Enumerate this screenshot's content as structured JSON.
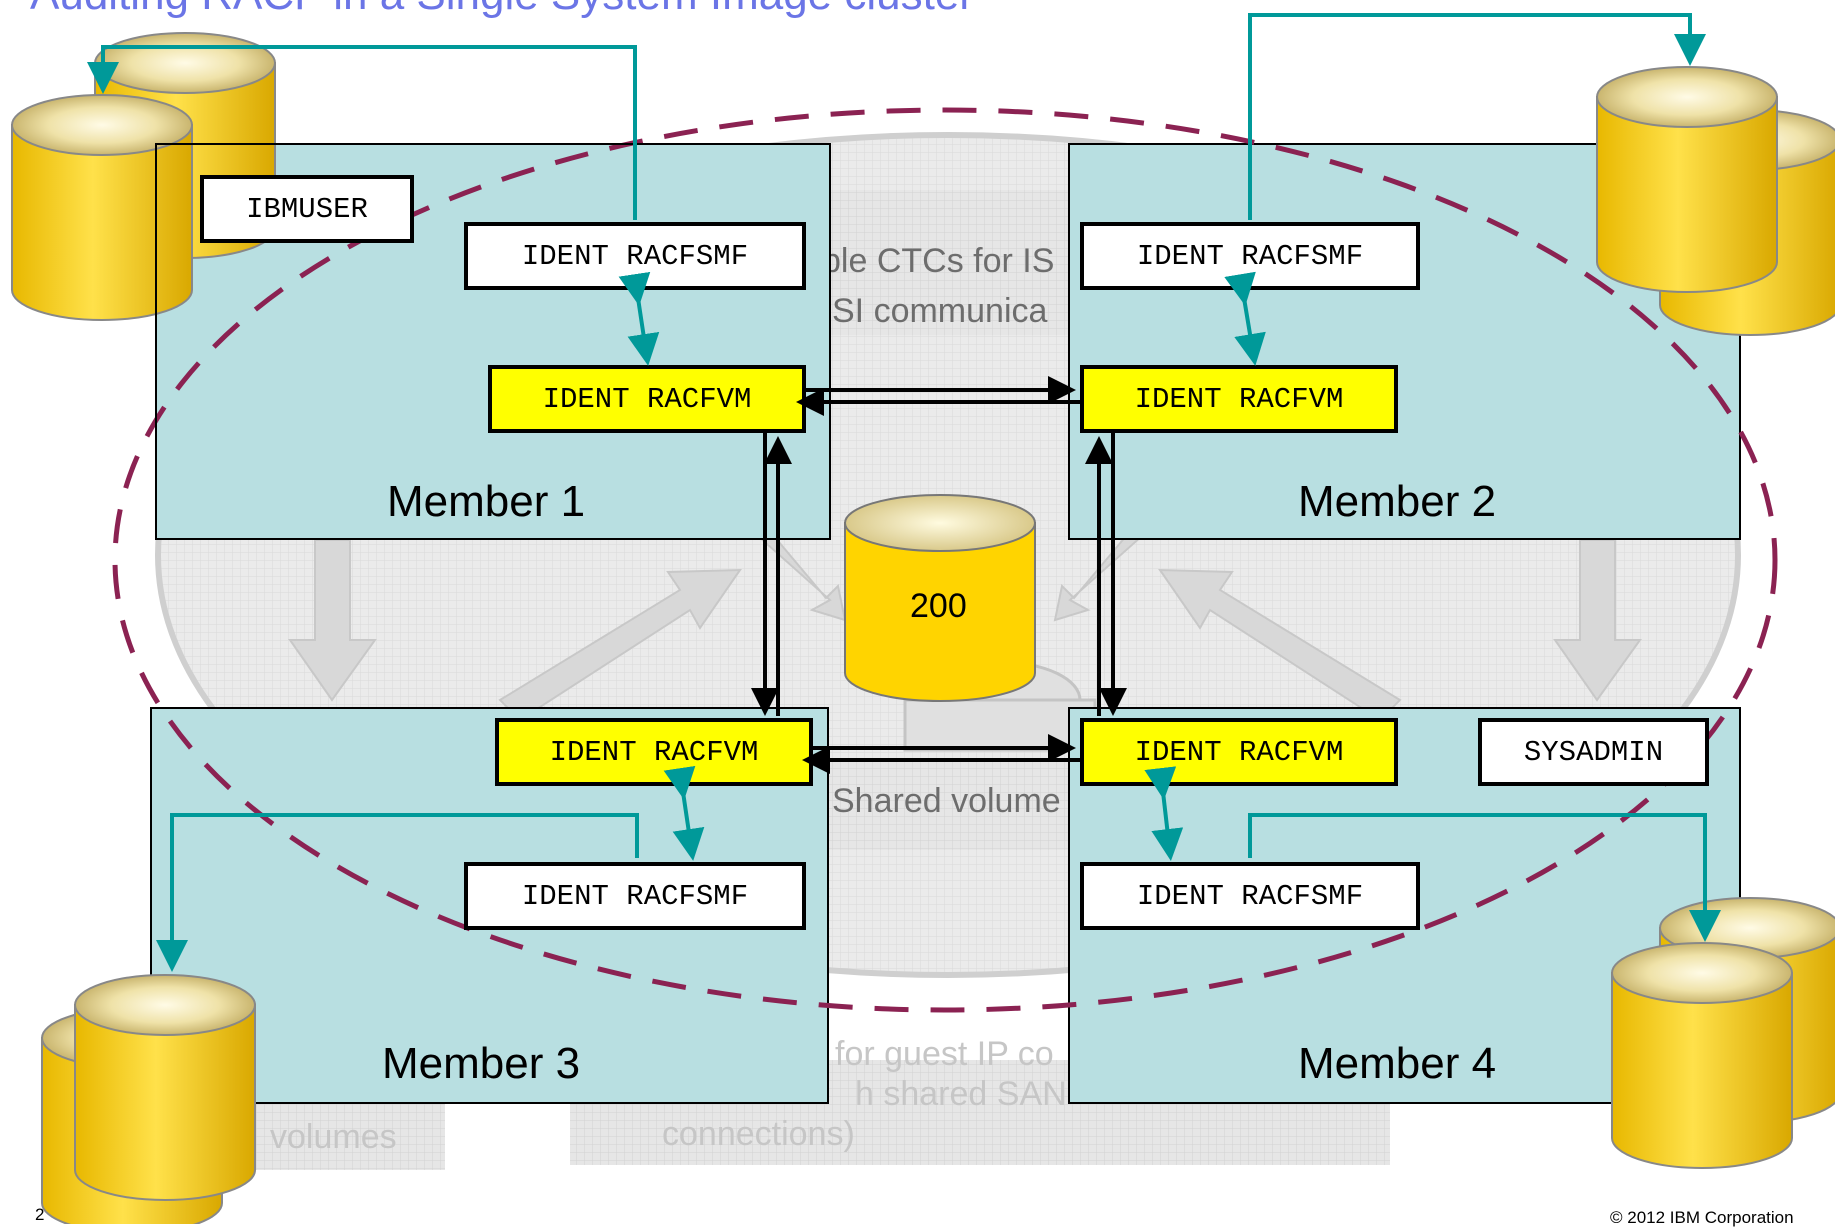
{
  "title": "Auditing RACF in a Single System Image cluster",
  "members": [
    {
      "label": "Member 1"
    },
    {
      "label": "Member 2"
    },
    {
      "label": "Member 3"
    },
    {
      "label": "Member 4"
    }
  ],
  "boxes": {
    "ibmuser": "IBMUSER",
    "sysadmin": "SYSADMIN",
    "racfsmf": "IDENT RACFSMF",
    "racfvm": "IDENT RACFVM"
  },
  "shared_volume_label": "200",
  "background_text": {
    "ctc_line1": "ple CTCs for IS",
    "ctc_line2": "SI communica",
    "shared_volumes": "Shared volume",
    "guest_ip": "for guest IP co",
    "shared_san": "h shared SAN",
    "connections": "connections)",
    "volumes": "volumes"
  },
  "footer": {
    "page": "2",
    "copyright": "© 2012 IBM Corporation"
  },
  "colors": {
    "member_fill": "#b8dfe1",
    "racfvm_fill": "#ffff00",
    "connector": "#009999",
    "cluster_dash": "#8b2252",
    "title": "#6b75e6",
    "disk": "#ffd400"
  }
}
